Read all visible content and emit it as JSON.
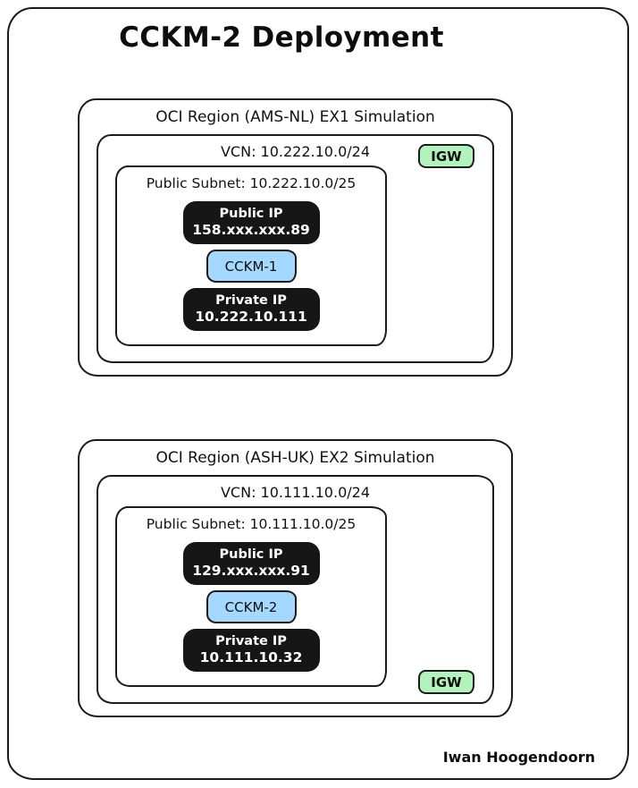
{
  "title": "CCKM-2 Deployment",
  "footer": {
    "author": "Iwan Hoogendoorn"
  },
  "colors": {
    "stroke": "#1b1b1b",
    "ip_pill_fill": "#161616",
    "ip_pill_text": "#ffffff",
    "instance_fill": "#a5d8ff",
    "igw_fill": "#b2f2bb"
  },
  "regions": [
    {
      "label": "OCI Region (AMS-NL) EX1 Simulation",
      "vcn_label": "VCN: 10.222.10.0/24",
      "igw_label": "IGW",
      "subnet_label": "Public Subnet: 10.222.10.0/25",
      "public_ip_title": "Public IP",
      "public_ip_value": "158.xxx.xxx.89",
      "instance_label": "CCKM-1",
      "private_ip_title": "Private IP",
      "private_ip_value": "10.222.10.111"
    },
    {
      "label": "OCI Region (ASH-UK) EX2 Simulation",
      "vcn_label": "VCN: 10.111.10.0/24",
      "igw_label": "IGW",
      "subnet_label": "Public Subnet: 10.111.10.0/25",
      "public_ip_title": "Public IP",
      "public_ip_value": "129.xxx.xxx.91",
      "instance_label": "CCKM-2",
      "private_ip_title": "Private IP",
      "private_ip_value": "10.111.10.32"
    }
  ]
}
